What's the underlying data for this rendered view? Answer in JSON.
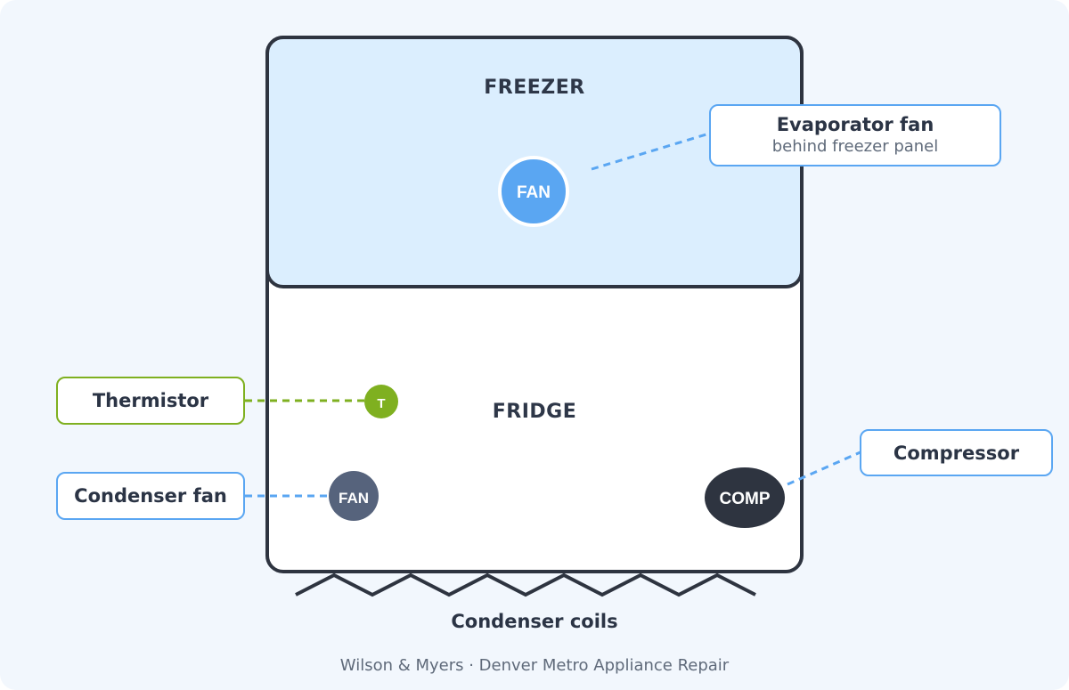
{
  "colors": {
    "background": "#f2f7fd",
    "freezer_fill": "#dbeefe",
    "outline": "#2e3440",
    "fan_blue": "#5aa6f2",
    "condenser_fan": "#56637c",
    "compressor": "#2e3440",
    "thermistor": "#7fb020"
  },
  "zones": {
    "freezer": "FREEZER",
    "fridge": "FRIDGE"
  },
  "components": {
    "evaporator_fan_marker": "FAN",
    "condenser_fan_marker": "FAN",
    "compressor_marker": "COMP",
    "thermistor_marker": "T"
  },
  "callouts": {
    "evaporator_fan": {
      "title": "Evaporator fan",
      "subtitle": "behind freezer panel"
    },
    "thermistor": {
      "title": "Thermistor"
    },
    "condenser_fan": {
      "title": "Condenser fan"
    },
    "compressor": {
      "title": "Compressor"
    }
  },
  "coils_label": "Condenser coils",
  "footer": "Wilson & Myers · Denver Metro Appliance Repair"
}
